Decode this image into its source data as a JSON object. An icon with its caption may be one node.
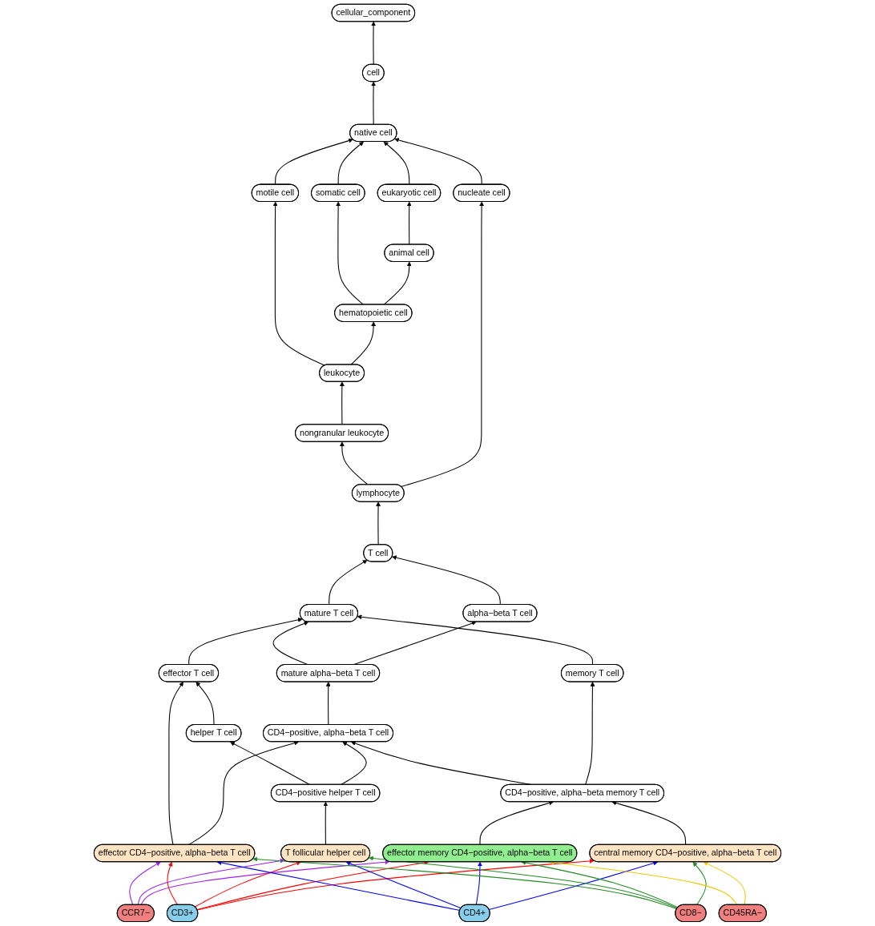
{
  "diagram": {
    "nodes": [
      {
        "text": [
          "cellular_component"
        ]
      },
      {
        "text": [
          "cell"
        ]
      },
      {
        "text": [
          "native cell"
        ]
      },
      {
        "text": [
          "somatic cell"
        ]
      },
      {
        "text": [
          "eukaryotic cell"
        ]
      },
      {
        "text": [
          "motile cell"
        ]
      },
      {
        "text": [
          "animal cell"
        ]
      },
      {
        "text": [
          "hematopoietic cell"
        ]
      },
      {
        "text": [
          "leukocyte"
        ]
      },
      {
        "text": [
          "nucleate cell"
        ]
      },
      {
        "text": [
          "nongranular leukocyte"
        ]
      },
      {
        "text": [
          "lymphocyte"
        ]
      },
      {
        "text": [
          "T cell"
        ]
      },
      {
        "text": [
          "mature T cell"
        ]
      },
      {
        "text": [
          "alpha−beta T cell"
        ]
      },
      {
        "text": [
          "effector T cell"
        ]
      },
      {
        "text": [
          "mature alpha−beta T cell"
        ]
      },
      {
        "text": [
          "memory T cell"
        ]
      },
      {
        "text": [
          "helper T cell"
        ]
      },
      {
        "text": [
          "CD4−positive, alpha−beta T cell"
        ]
      },
      {
        "text": [
          "CD4−positive helper T cell"
        ]
      },
      {
        "text": [
          "CD4−positive, alpha−beta memory T cell"
        ]
      },
      {
        "text": [
          "effector CD4−positive, alpha−beta T cell"
        ]
      },
      {
        "text": [
          "T follicular helper cell"
        ]
      },
      {
        "text": [
          "effector memory CD4−positive, alpha−beta T cell"
        ]
      },
      {
        "text": [
          "central memory CD4−positive, alpha−beta T cell"
        ]
      },
      {
        "text": [
          "CCR7−"
        ]
      },
      {
        "text": [
          "CD3+"
        ]
      },
      {
        "text": [
          "CD4+"
        ]
      },
      {
        "text": [
          "CD8−"
        ]
      },
      {
        "text": [
          "CD45RA−"
        ]
      }
    ],
    "edges": [
      {
        "from": 1,
        "to": 0,
        "arrow": "to"
      },
      {
        "from": 2,
        "to": 1,
        "arrow": "to"
      },
      {
        "from": 3,
        "to": 2,
        "arrow": "to"
      },
      {
        "from": 4,
        "to": 2,
        "arrow": "to"
      },
      {
        "from": 5,
        "to": 2,
        "arrow": "to"
      },
      {
        "from": 9,
        "to": 2,
        "arrow": "to"
      },
      {
        "from": 6,
        "to": 4,
        "arrow": "to"
      },
      {
        "from": 7,
        "to": 3,
        "arrow": "to"
      },
      {
        "from": 7,
        "to": 6,
        "arrow": "to"
      },
      {
        "from": 8,
        "to": 5,
        "arrow": "to"
      },
      {
        "from": 8,
        "to": 7,
        "arrow": "to"
      },
      {
        "from": 10,
        "to": 8,
        "arrow": "to"
      },
      {
        "from": 11,
        "to": 10,
        "arrow": "to"
      },
      {
        "from": 11,
        "to": 9,
        "arrow": "to"
      },
      {
        "from": 12,
        "to": 11,
        "arrow": "to"
      },
      {
        "from": 13,
        "to": 12,
        "arrow": "to"
      },
      {
        "from": 14,
        "to": 12,
        "arrow": "to"
      },
      {
        "from": 15,
        "to": 13,
        "arrow": "to"
      },
      {
        "from": 16,
        "to": 13,
        "arrow": "to"
      },
      {
        "from": 16,
        "to": 14,
        "arrow": "to"
      },
      {
        "from": 17,
        "to": 13,
        "arrow": "to"
      },
      {
        "from": 18,
        "to": 15,
        "arrow": "to"
      },
      {
        "from": 19,
        "to": 16,
        "arrow": "to"
      },
      {
        "from": 20,
        "to": 18,
        "arrow": "to"
      },
      {
        "from": 20,
        "to": 19,
        "arrow": "to"
      },
      {
        "from": 21,
        "to": 19,
        "arrow": "to"
      },
      {
        "from": 21,
        "to": 17,
        "arrow": "to"
      },
      {
        "from": 22,
        "to": 15,
        "arrow": "to"
      },
      {
        "from": 22,
        "to": 19,
        "arrow": "to"
      },
      {
        "from": 23,
        "to": 20,
        "arrow": "to"
      },
      {
        "from": 24,
        "to": 21,
        "arrow": "to"
      },
      {
        "from": 25,
        "to": 21,
        "arrow": "to"
      },
      {
        "from": 26,
        "to": 22,
        "arrow": "to",
        "color": "#a020f0"
      },
      {
        "from": 26,
        "to": 23,
        "arrow": "to",
        "color": "#a020f0"
      },
      {
        "from": 26,
        "to": 24,
        "arrow": "to",
        "color": "#a020f0"
      },
      {
        "from": 27,
        "to": 22,
        "arrow": "to",
        "color": "#ff0000"
      },
      {
        "from": 27,
        "to": 23,
        "arrow": "to",
        "color": "#ff0000"
      },
      {
        "from": 27,
        "to": 24,
        "arrow": "to",
        "color": "#ff0000"
      },
      {
        "from": 27,
        "to": 25,
        "arrow": "to",
        "color": "#ff0000"
      },
      {
        "from": 28,
        "to": 22,
        "arrow": "to",
        "color": "#0000ff"
      },
      {
        "from": 28,
        "to": 23,
        "arrow": "to",
        "color": "#0000ff"
      },
      {
        "from": 28,
        "to": 24,
        "arrow": "to",
        "color": "#0000ff"
      },
      {
        "from": 28,
        "to": 25,
        "arrow": "to",
        "color": "#0000ff"
      },
      {
        "from": 29,
        "to": 22,
        "arrow": "to",
        "color": "#228b22"
      },
      {
        "from": 29,
        "to": 23,
        "arrow": "to",
        "color": "#228b22"
      },
      {
        "from": 29,
        "to": 24,
        "arrow": "to",
        "color": "#228b22"
      },
      {
        "from": 29,
        "to": 25,
        "arrow": "to",
        "color": "#228b22"
      },
      {
        "from": 30,
        "to": 24,
        "arrow": "to",
        "color": "#eec900"
      },
      {
        "from": 30,
        "to": 25,
        "arrow": "to",
        "color": "#eec900"
      }
    ]
  }
}
